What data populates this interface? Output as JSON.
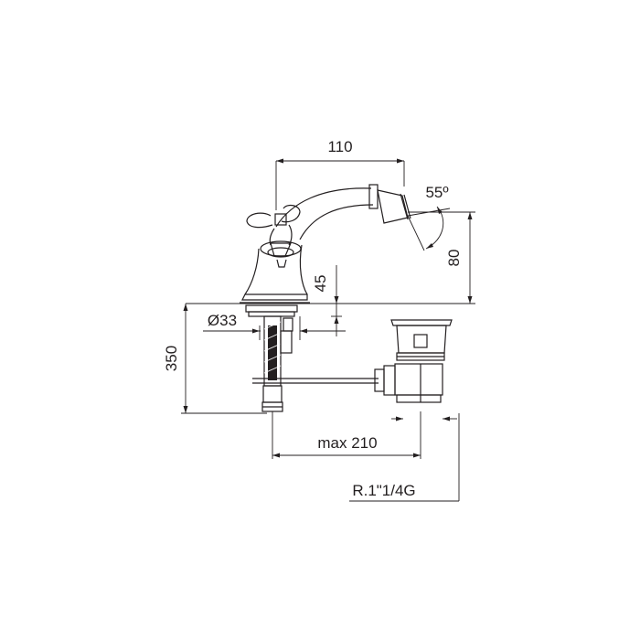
{
  "drawing": {
    "dimensions": {
      "spout_reach": "110",
      "spout_angle": "55º",
      "spout_height": "80",
      "body_height": "45",
      "hole_diameter": "Ø33",
      "under_counter_length": "350",
      "drain_max_distance": "max 210",
      "drain_thread": "R.1\"1/4G"
    },
    "colors": {
      "line": "#231f20",
      "background": "#ffffff"
    }
  }
}
